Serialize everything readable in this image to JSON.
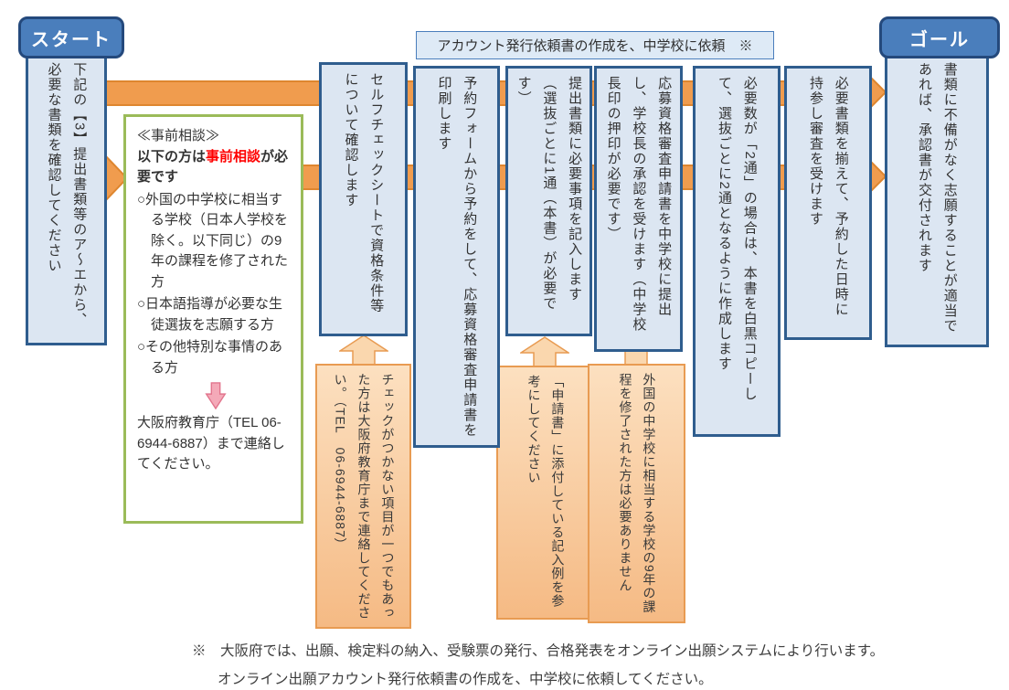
{
  "start": {
    "label": "スタート"
  },
  "goal": {
    "label": "ゴール"
  },
  "account_note": "アカウント発行依頼書の作成を、中学校に依頼　※",
  "steps": [
    {
      "text": "下記の【3】提出書類等のア～エから、必要な書類を確認してください"
    },
    {
      "text": "セルフチェックシートで資格条件等について確認します"
    },
    {
      "text": "予約フォームから予約をして、応募資格審査申請書を印刷します"
    },
    {
      "text": "提出書類に必要事項を記入します（選抜ごとに1通（本書）が必要です）"
    },
    {
      "text": "応募資格審査申請書を中学校に提出し、学校長の承認を受けます（中学校長印の押印が必要です）"
    },
    {
      "text": "必要数が「2通」の場合は、本書を白黒コピーして、選抜ごとに2通となるように作成します"
    },
    {
      "text": "必要書類を揃えて、予約した日時に持参し審査を受けます"
    },
    {
      "text": "書類に不備がなく志願することが適当であれば、承認書が交付されます"
    }
  ],
  "consult": {
    "title": "≪事前相談≫",
    "lead_prefix": "以下の方は",
    "lead_highlight": "事前相談",
    "lead_suffix": "が必要です",
    "items": [
      {
        "text": "○外国の中学校に相当する学校（日本人学校を除く。以下同じ）の9年の課程を修了された方"
      },
      {
        "text": "○日本語指導が必要な生徒選抜を志願する方"
      },
      {
        "text": "○その他特別な事情のある方"
      }
    ],
    "contact": "大阪府教育庁（TEL 06-6944-6887）まで連絡してください。"
  },
  "callouts": [
    {
      "text": "チェックがつかない項目が一つでもあった方は大阪府教育庁まで連絡してください。（TEL　06-6944-6887）"
    },
    {
      "text": "「申請書」に添付している記入例を参考にしてください"
    },
    {
      "text": "外国の中学校に相当する学校の9年の課程を修了された方は必要ありません"
    }
  ],
  "footnote": {
    "line1": "※　大阪府では、出願、検定料の納入、受験票の発行、合格発表をオンライン出願システムにより行います。",
    "line2": "オンライン出願アカウント発行依頼書の作成を、中学校に依頼してください。"
  },
  "colors": {
    "band_orange": "#F09C4E",
    "band_border": "#DE862F",
    "box_fill": "#DCE6F2",
    "box_border": "#2F5D8E",
    "badge_fill": "#4A7EBC",
    "badge_border": "#24497C",
    "green_border": "#9BBB59",
    "callout_fill_top": "#FCE0C0",
    "callout_fill_bottom": "#F5BA84",
    "callout_border": "#E89B52",
    "highlight_red": "#FF0000",
    "pink_arrow": "#F4A9B8"
  }
}
